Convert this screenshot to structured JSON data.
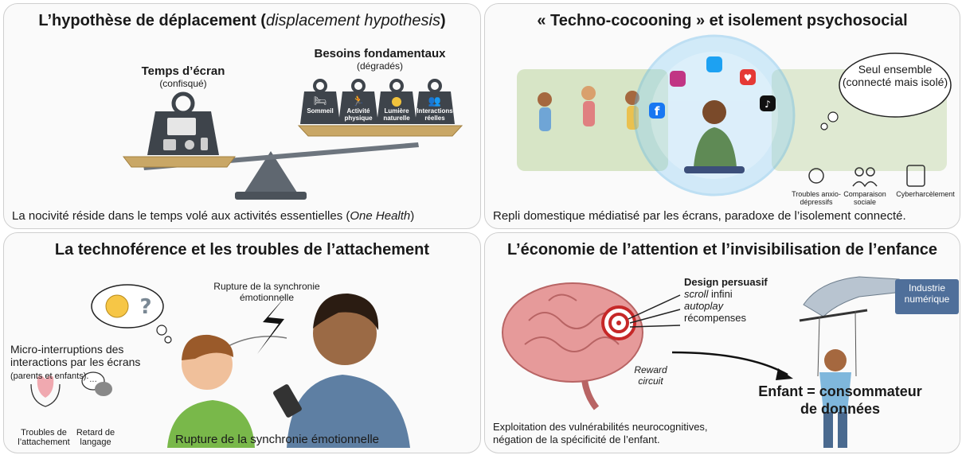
{
  "panel1": {
    "title_pre": "L’hypothèse de déplacement (",
    "title_em": "displacement hypothesis",
    "title_post": ")",
    "left_label": "Temps d’écran",
    "left_sublabel": "(confisqué)",
    "right_label": "Besoins fondamentaux",
    "right_sublabel": "(dégradés)",
    "weights": [
      "Sommeil",
      "Activité physique",
      "Lumière naturelle",
      "Interactions réelles"
    ],
    "caption_pre": "La nocivité réside dans le temps volé aux activités essentielles (",
    "caption_em": "One Health",
    "caption_post": ")"
  },
  "panel2": {
    "title": "« Techno-cocooning » et isolement psychosocial",
    "thought": "Seul ensemble (connecté mais isolé)",
    "icons": [
      "Troubles anxio-dépressifs",
      "Comparaison sociale",
      "Cyberharcèlement"
    ],
    "caption": "Repli domestique médiatisé par les écrans, paradoxe de l’isolement connecté."
  },
  "panel3": {
    "title": "La technoférence et les troubles de l’attachement",
    "rupture_label": "Rupture de la synchronie émotionnelle",
    "micro_text": "Micro-interruptions des interactions par les écrans",
    "micro_small": "(parents et enfants).",
    "icons": [
      "Troubles de l’attachement",
      "Retard de langage"
    ],
    "caption": "Rupture de la synchronie émotionnelle"
  },
  "panel4": {
    "title": "L’économie de l’attention et l’invisibilisation de l’enfance",
    "design_title": "Design persuasif",
    "design_items": [
      {
        "em": "scroll",
        "rest": " infini"
      },
      {
        "em": "autoplay",
        "rest": ""
      },
      {
        "em": "",
        "rest": "récompenses"
      }
    ],
    "reward": "Reward circuit",
    "industry": "Industrie numérique",
    "child_line1": "Enfant = consommateur",
    "child_line2": "de données",
    "caption_line1": "Exploitation des vulnérabilités neurocognitives,",
    "caption_line2": "négation de la spécificité de l’enfant."
  },
  "colors": {
    "scale": "#c9a766",
    "metal": "#5f6770",
    "brain": "#e69a9a",
    "industry_box": "#4f6f9a",
    "bubble": "#8fd0f5"
  }
}
